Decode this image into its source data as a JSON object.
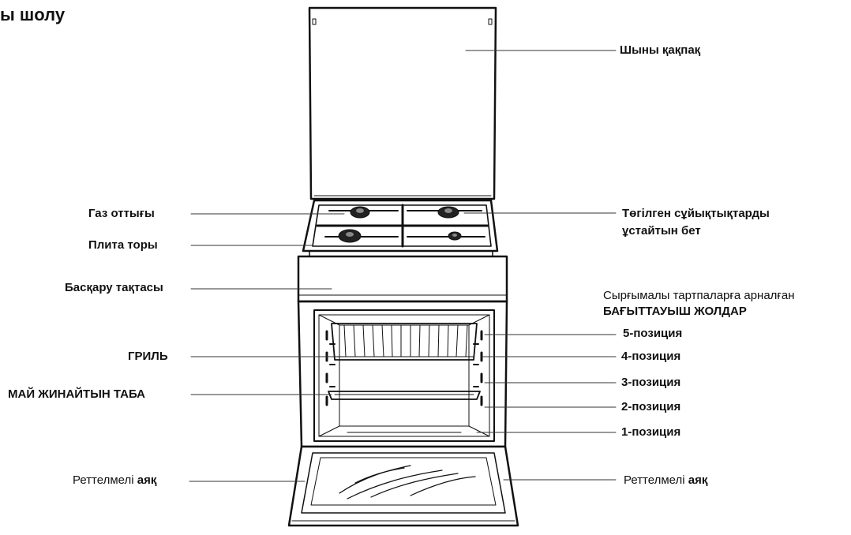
{
  "title": "ы шолу",
  "labels": {
    "glass_lid": "Шыны қақпақ",
    "spill_tray_line1": "Төгілген сұйықтықтарды",
    "spill_tray_line2": "ұстайтын бет",
    "guides_line1": "Сырғымалы тартпаларға арналған",
    "guides_line2": "БАҒЫТТАУЫШ ЖОЛДАР",
    "position_5": "5-позиция",
    "position_4": "4-позиция",
    "position_3": "3-позиция",
    "position_2": "2-позиция",
    "position_1": "1-позиция",
    "right_foot_prefix": "Реттелмелі ",
    "right_foot_bold": "аяқ",
    "gas_burner": "Газ оттығы",
    "hob_grid": "Плита торы",
    "control_panel": "Басқару тақтасы",
    "grill": "ГРИЛЬ",
    "drip_tray": "МАЙ ЖИНАЙТЫН ТАБА",
    "left_foot_prefix": "Реттелмелі ",
    "left_foot_bold": "аяқ"
  }
}
